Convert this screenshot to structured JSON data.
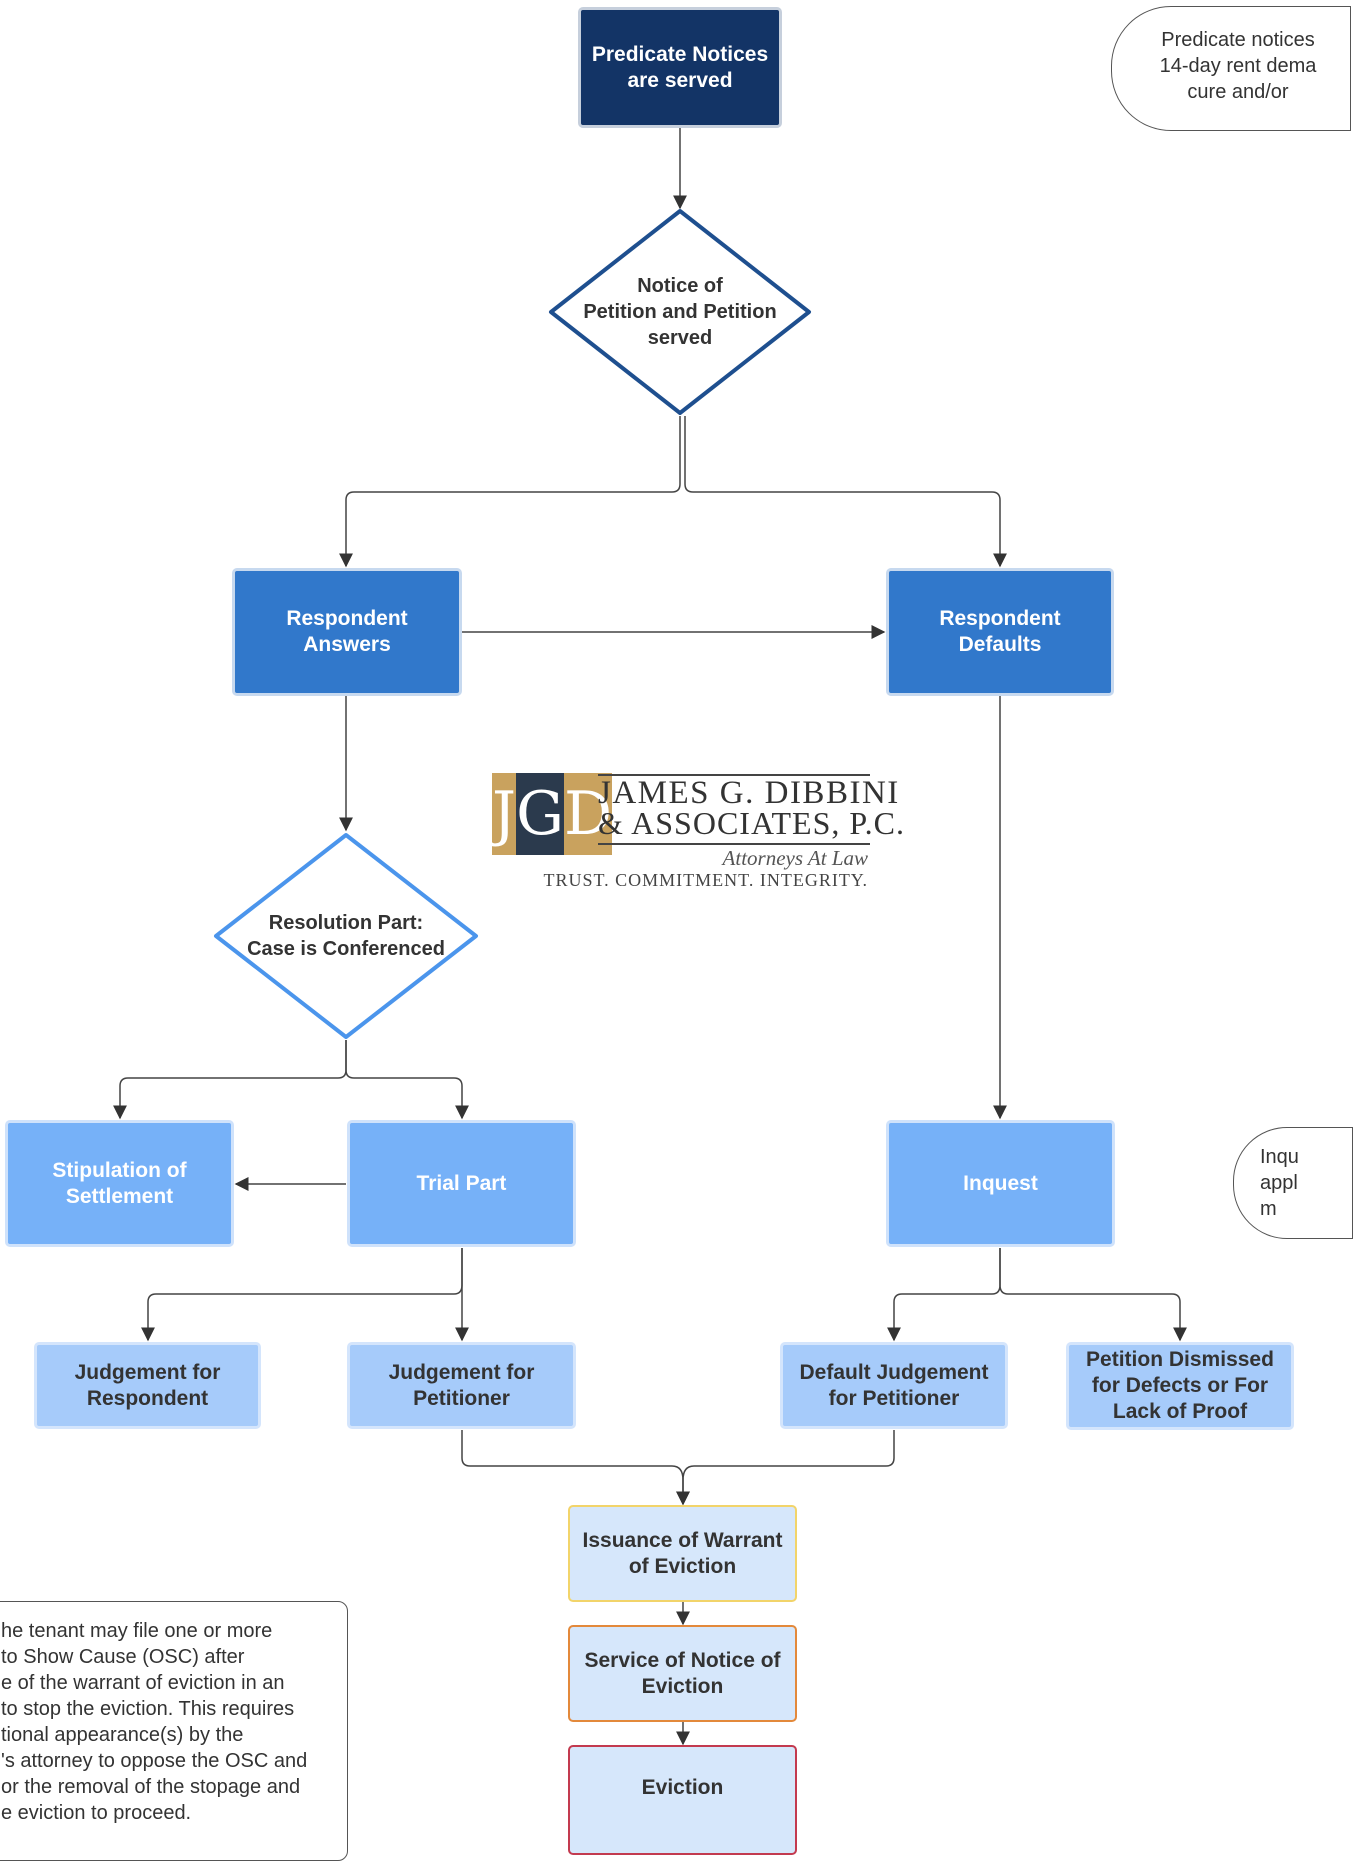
{
  "nodes": {
    "predicate_notices": "Predicate Notices\nare served",
    "notice_of_petition": "Notice of\nPetition and Petition\nserved",
    "respondent_answers": "Respondent\nAnswers",
    "respondent_defaults": "Respondent\nDefaults",
    "resolution_part": "Resolution Part:\nCase is Conferenced",
    "stipulation": "Stipulation of\nSettlement",
    "trial_part": "Trial Part",
    "inquest": "Inquest",
    "judgement_respondent": "Judgement for\nRespondent",
    "judgement_petitioner": "Judgement for\nPetitioner",
    "default_judgement": "Default Judgement\nfor Petitioner",
    "petition_dismissed": "Petition Dismissed\nfor Defects or For\nLack of Proof",
    "issuance_warrant": "Issuance of Warrant\nof Eviction",
    "service_notice": "Service of Notice of\nEviction",
    "eviction": "Eviction"
  },
  "notes": {
    "predicate_note": "Predicate notices\n14-day rent dema\ncure and/or",
    "inquest_note": "Inqu\nappl\nm",
    "osc_note": "he tenant may file one or more\nto Show Cause (OSC) after\ne of the warrant of eviction in an\nto stop the eviction. This requires\ntional appearance(s) by the\n's attorney to oppose the OSC and\nor the removal of the stopage and\ne eviction to proceed."
  },
  "logo": {
    "monogram": [
      "J",
      "G",
      "D"
    ],
    "firm_line1": "JAMES G. DIBBINI",
    "firm_line2": "& ASSOCIATES, P.C.",
    "tagline": "Attorneys At Law",
    "motto": "TRUST. COMMITMENT. INTEGRITY."
  },
  "colors": {
    "dark_navy": "#133466",
    "medium_blue": "#3178cb",
    "light_blue": "#76b1f8",
    "pale_blue": "#a6cbfa",
    "final_fill": "#d6e7fb",
    "warrant_border": "#f2d46a",
    "service_border": "#e3893b",
    "eviction_border": "#c33a4f",
    "logo_gold": "#c9a25e",
    "logo_navy": "#2b3a4d"
  }
}
